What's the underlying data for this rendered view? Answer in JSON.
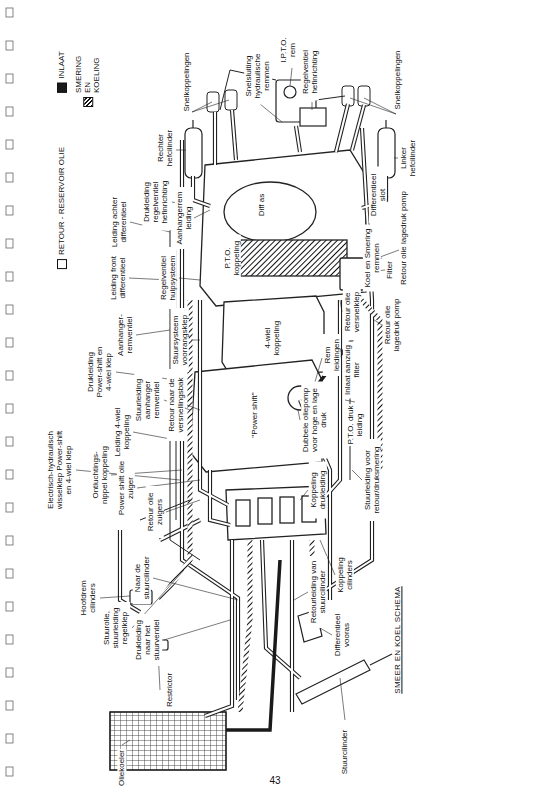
{
  "diagram": {
    "title": "SMEER EN KOEL SCHEMA",
    "labels": [
      "Snelkoppelingen",
      "Snelsluiting hydraulische remmen",
      "I.P.T.O. rem",
      "Regelventiel hefinrichting",
      "Snelkoppelingen",
      "Rechter hefcilinder",
      "Linker hefcilinder",
      "Aanhangerrem leiding",
      "Differentieel slot",
      "Retour olie lagedruk pomp",
      "Drukleiding regelventiel hefinrichting",
      "Leiding achter differentieel",
      "Diff as",
      "Koel en Smering remmen",
      "Filter",
      "Leiding front differentieel",
      "Regelventiel hulpsysteem",
      "P.T.O. koppeling",
      "Retour olie versnelklep",
      "Retour olie lagedruk pomp",
      "Inlaat aanzuig filter",
      "Aanhanger- remventiel",
      "Stuursysteem voorrangsklep",
      "4-wiel koppeling",
      "Rem leidingen",
      "Dubbele oliepomp voor hoge en lage druk",
      "P.T.O. druk leiding",
      "Drukleiding Power-shift en 4-wiel klep",
      "Leiding 4-wiel koppeling",
      "Stuurleiding aanhanger remventiel",
      "Retour naar de versnellingsbak",
      "\"Power shift\"",
      "Stuurleiding voor retour/druksmering",
      "Koppeling drukleiding",
      "Electrisch-hydraulisch wisselklep Power-shift en 4-wiel klep",
      "Ontluchtings- nippel koppeling",
      "Power shift olie zuiger",
      "Retour olie zuigers",
      "Koppeling cilinders",
      "Retourleiding van stuurcilinder",
      "Hoofdrem cilinders",
      "Naar de stuurcilinder",
      "Stuurolie, stuurleiding regelklep",
      "Drukleiding naar het stuurventiel",
      "Restrictor",
      "Differentieel vooras",
      "Stuurcilinder",
      "Oliekoeler",
      "43"
    ],
    "legend": [
      {
        "text": "INLAAT",
        "color": "#1a1a1a"
      },
      {
        "text": "SMERING EN KOELING"
      },
      {
        "text": "RETOUR - RESERVOIR OLIE",
        "color": "#ffffff"
      }
    ]
  }
}
